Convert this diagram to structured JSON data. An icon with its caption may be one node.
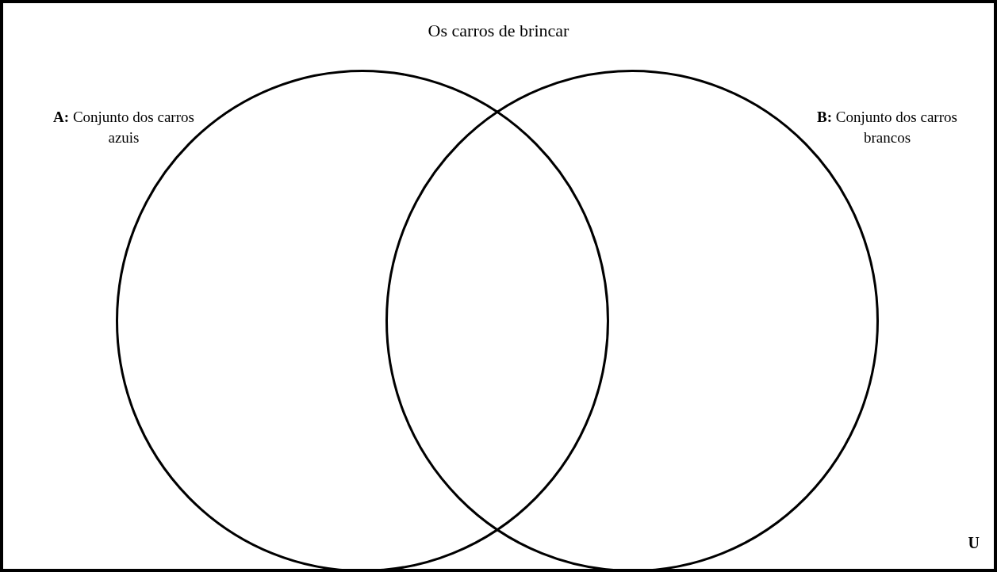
{
  "diagram": {
    "title": "Os carros de brincar",
    "nodes": [
      {
        "text": [
          "U"
        ]
      },
      {
        "text": [
          "**A:** Conjunto dos carros azuis"
        ],
        "in": 0
      },
      {
        "text": [
          "**B:** Conjunto dos carros brancos"
        ],
        "in": 0
      }
    ]
  }
}
